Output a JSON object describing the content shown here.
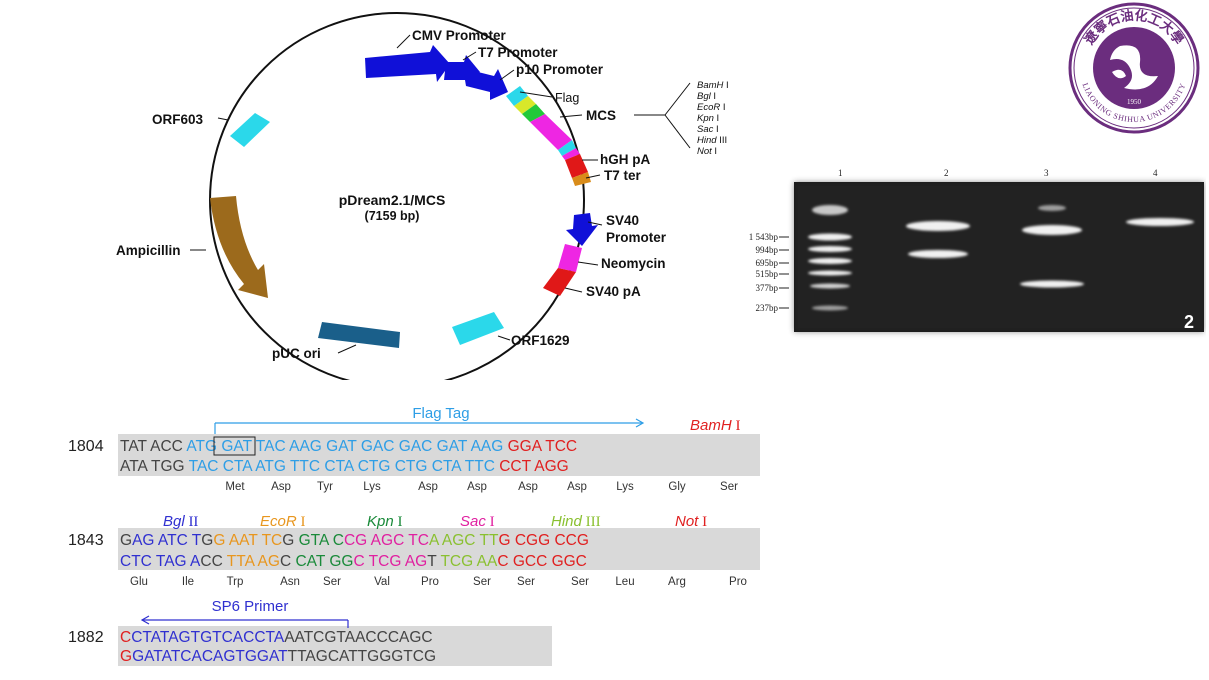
{
  "plasmid": {
    "name": "pDream2.1/MCS",
    "size": "(7159 bp)",
    "labels": {
      "cmv": "CMV Promoter",
      "t7": "T7 Promoter",
      "p10": "p10 Promoter",
      "flag": "Flag",
      "mcs": "MCS",
      "hgh": "hGH pA",
      "t7ter": "T7 ter",
      "sv40_1": "SV40",
      "sv40_2": "Promoter",
      "neomycin": "Neomycin",
      "sv40pa": "SV40 pA",
      "orf1629": "ORF1629",
      "puc": "pUC ori",
      "ampicillin": "Ampicillin",
      "orf603": "ORF603"
    },
    "sites": [
      {
        "italic": "BamH",
        "roman": " I"
      },
      {
        "italic": "Bgl",
        "roman": " I"
      },
      {
        "italic": "EcoR",
        "roman": " I"
      },
      {
        "italic": "Kpn",
        "roman": " I"
      },
      {
        "italic": "Sac",
        "roman": " I"
      },
      {
        "italic": "Hind",
        "roman": " III"
      },
      {
        "italic": "Not",
        "roman": " I"
      }
    ]
  },
  "logo": {
    "text_top": "遼寧石油化工大學",
    "text_bottom": "LIAONING SHIHUA UNIVERSITY",
    "year": "1950"
  },
  "gel": {
    "lanes": [
      "1",
      "2",
      "3",
      "4"
    ],
    "markers": [
      "1 543bp",
      "994bp",
      "695bp",
      "515bp",
      "377bp",
      "237bp"
    ],
    "panel": "2"
  },
  "sequence": {
    "block1": {
      "number": "1804",
      "feature": "Flag Tag",
      "enzyme": {
        "italic": "BamH",
        "roman": " I"
      },
      "top": [
        "TAT ACC ",
        "ATG",
        " GAT TAC AAG GAT GAC GAC GAT AAG ",
        "GGA TCC"
      ],
      "bottom": [
        "ATA TGG ",
        "TAC CTA ATG TTC CTA CTG CTG CTA TTC ",
        "CCT AGG"
      ],
      "aa": [
        "Met",
        "Asp",
        "Tyr",
        "Lys",
        "Asp",
        "Asp",
        "Asp",
        "Asp",
        "Lys",
        "Gly",
        "Ser"
      ]
    },
    "block2": {
      "number": "1843",
      "enzymes": [
        {
          "italic": "Bgl",
          "roman": " II"
        },
        {
          "italic": "EcoR",
          "roman": " I"
        },
        {
          "italic": "Kpn",
          "roman": " I"
        },
        {
          "italic": "Sac",
          "roman": " I"
        },
        {
          "italic": "Hind",
          "roman": " III"
        },
        {
          "italic": "Not",
          "roman": " I"
        }
      ],
      "top": [
        "G",
        "AG ATC T",
        "G",
        "G AAT TC",
        "G",
        " GTA C",
        "CG",
        " AGC TC",
        "A",
        " AGC TT",
        "G CGG CCG"
      ],
      "bottom": [
        "CTC TAG A",
        "CC",
        " TTA AG",
        "C",
        " CAT GG",
        "C TCG AG",
        "T",
        " TCG AA",
        "C GCC GGC"
      ],
      "aa": [
        "Glu",
        "Ile",
        "Trp",
        "Asn",
        "Ser",
        "Val",
        "Pro",
        "Ser",
        "Ser",
        "Ser",
        "Leu",
        "Arg",
        "Pro"
      ]
    },
    "block3": {
      "number": "1882",
      "feature": "SP6 Primer",
      "top": [
        "C",
        "CTATAGTGTCACCTA",
        "AATCGTAACCCAGC"
      ],
      "bottom": [
        "G",
        "GATATCACAGTGGAT",
        "TTAGCATTGGGTCG"
      ]
    }
  }
}
